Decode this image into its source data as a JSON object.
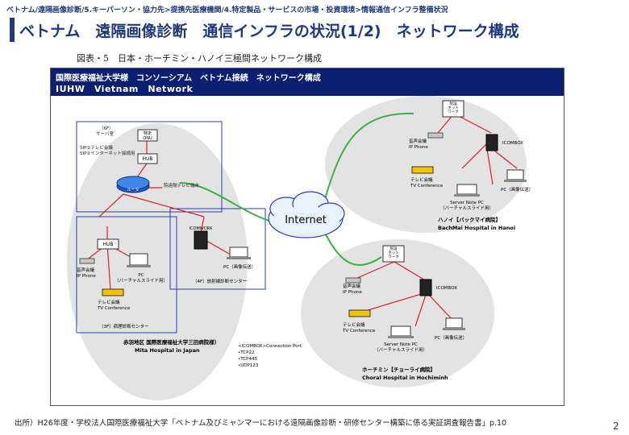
{
  "breadcrumb": "ベトナム/遠隔画像診断/5.キーパーソン・協力先>提携先医療機関/4.特定製品・サービスの市場・投資環境>情報通信インフラ整備状況",
  "title": "ベトナム　遠隔画像診断　通信インフラの状況(1/2)　ネットワーク構成",
  "figure_caption": "図表・5　日本・ホーチミン・ハノイ三極間ネットワーク構成",
  "diagram": {
    "header_line1": "国際医療福祉大学様　コンソーシアム　ベトナム接続　ネットワーク構成",
    "header_line2": "IUHW　Vietnam　Network",
    "internet": "Internet",
    "japan": {
      "floor6": "（6F）\nサーバ室",
      "onu": "特定\nONU",
      "hub1": "HUB",
      "sip": "SIP①テレビ会議\nSIP②インターネット接続用",
      "router": "ルータ",
      "remote_terminal": "院遠隔テレビ端末",
      "hub2": "HUB",
      "ip_phone": "音声会議\nIP Phone",
      "pc": "PC\n（バーチャルスライド用）",
      "tv_conf": "テレビ会議\nTV Conference",
      "floor3": "（3F）病理診断センター",
      "icomwork": "ICOMWORK",
      "pc_image": "PC（画像伝送）",
      "floor4": "（4F）放射線診断センター",
      "hospital_jp": "赤羽地区 国際医療福祉大学三田病院様）",
      "hospital_en": "Mita  Hospital  in Japan",
      "ports": "<ICOMBOX>Connection Port\n•TCP22\n•TCP443\n•UDP123"
    },
    "hanoi": {
      "net": "院設\nネット\nワーク",
      "ip_phone": "音声会議\nIP Phone",
      "icombox": "ICOMBOX",
      "tv_conf": "テレビ会議\nTV Conference",
      "server_pc": "Server Note PC\n（バーチャルスライド用）",
      "pc_image": "PC（画像伝送）",
      "hospital_jp": "ハノイ【バックマイ病院】",
      "hospital_en": "BachMai Hospital in Hanoi"
    },
    "hcm": {
      "net": "院設\nネット\nワーク",
      "ip_phone": "音声会議\nIP Phone",
      "icombox": "ICOMBOX",
      "tv_conf": "テレビ会議\nTV Conference",
      "server_pc": "Server Note PC\n（バーチャルスライド用）",
      "pc_image": "PC（画像伝送）",
      "hospital_jp": "ホーチミン【チョーライ病院】",
      "hospital_en": "Choral Hospital in Hochiminh"
    }
  },
  "source": "出所）H26年度・学校法人国際医療福祉大学「ベトナム及びミャンマーにおける遠隔画像診断・研修センター構築に係る実証調査報告書」p.10",
  "page_number": "2"
}
